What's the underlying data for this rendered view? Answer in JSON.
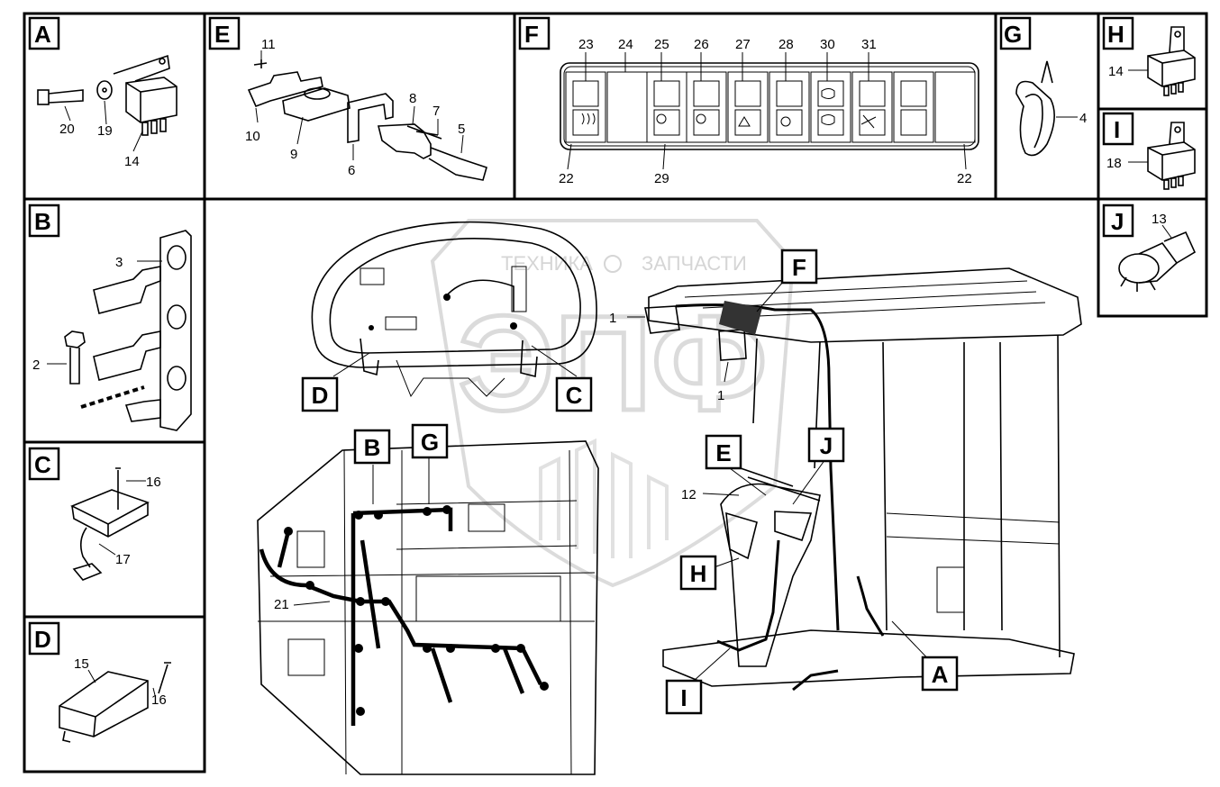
{
  "watermark": {
    "left": "ТЕХНИКА",
    "right": "ЗАПЧАСТИ",
    "logo": "ЭПФ"
  },
  "panels": {
    "A": {
      "letter": "A",
      "parts": [
        "20",
        "19",
        "14"
      ]
    },
    "E": {
      "letter": "E",
      "parts": [
        "11",
        "10",
        "9",
        "6",
        "8",
        "7",
        "5"
      ]
    },
    "F": {
      "letter": "F",
      "top": [
        "23",
        "24",
        "25",
        "26",
        "27",
        "28",
        "30",
        "31"
      ],
      "bottom": [
        "22",
        "29",
        "22"
      ]
    },
    "G": {
      "letter": "G",
      "parts": [
        "4"
      ]
    },
    "H": {
      "letter": "H",
      "parts": [
        "14"
      ]
    },
    "I": {
      "letter": "I",
      "parts": [
        "18"
      ]
    },
    "J": {
      "letter": "J",
      "parts": [
        "13"
      ]
    },
    "B": {
      "letter": "B",
      "parts": [
        "3",
        "2"
      ]
    },
    "C": {
      "letter": "C",
      "parts": [
        "16",
        "17"
      ]
    },
    "D": {
      "letter": "D",
      "parts": [
        "15",
        "16"
      ]
    }
  },
  "main": {
    "refs": [
      "F",
      "D",
      "C",
      "B",
      "G",
      "E",
      "J",
      "H",
      "I",
      "A"
    ],
    "callouts": [
      "1",
      "1",
      "12",
      "21"
    ]
  }
}
